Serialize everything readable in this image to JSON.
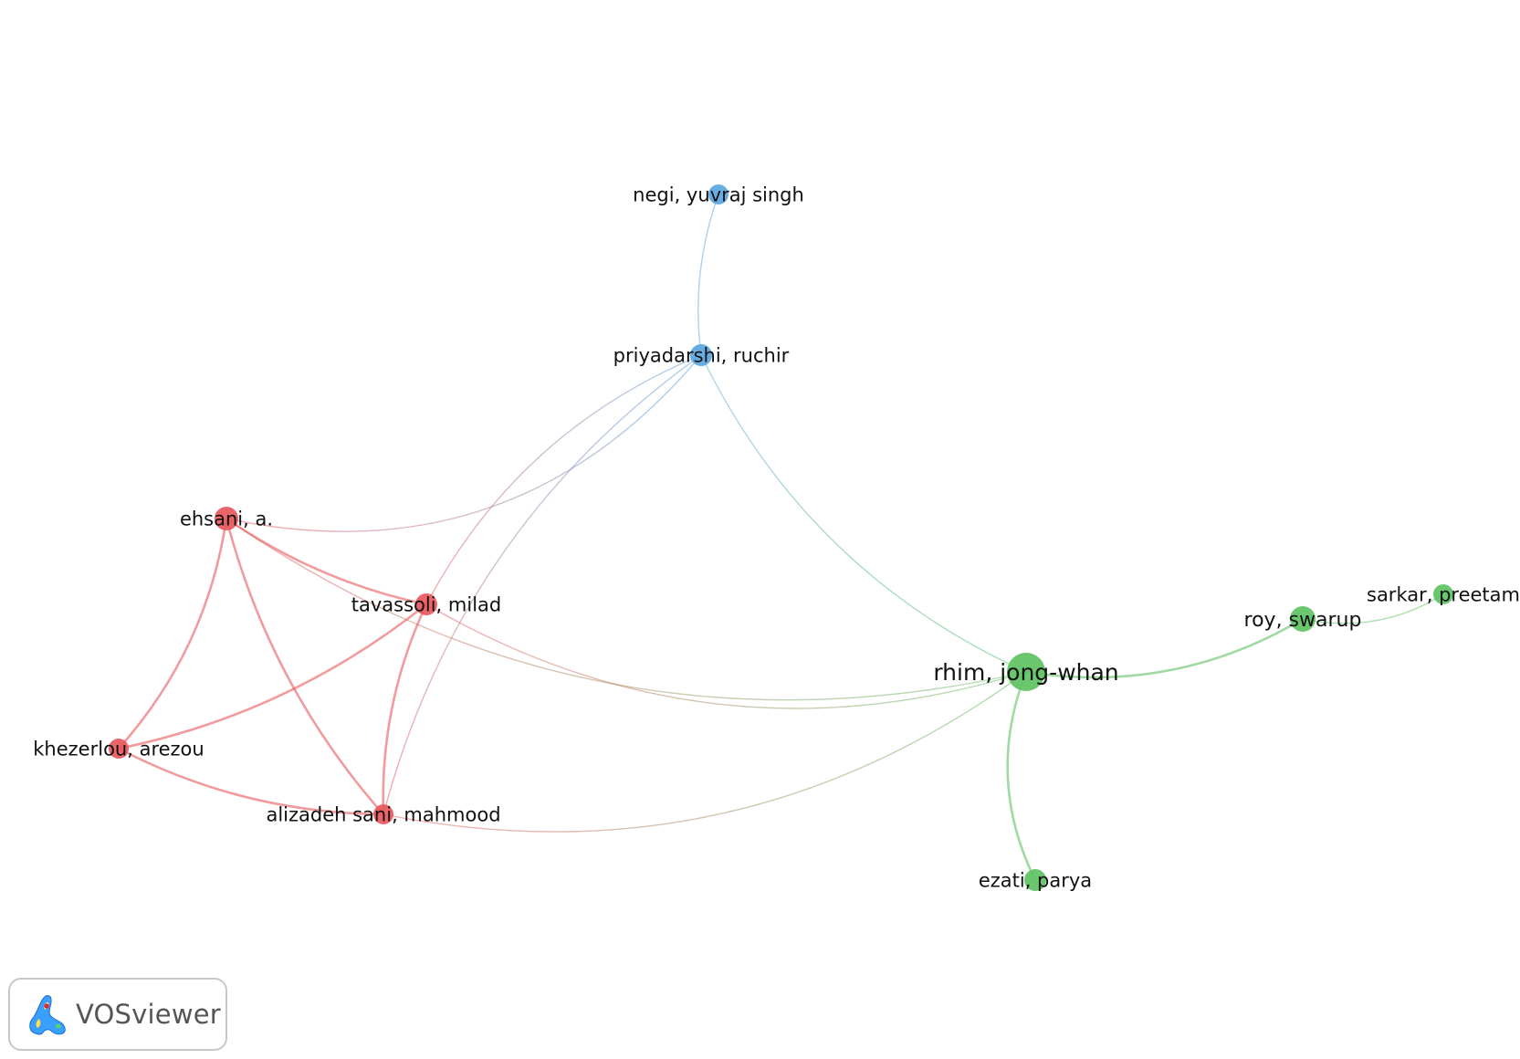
{
  "colors": {
    "cluster_1": "#e8585c",
    "cluster_2": "#5ec262",
    "cluster_3": "#5ba6e0"
  },
  "nodes": [
    {
      "id": "negi",
      "label": "negi, yuvraj singh",
      "cluster": 3,
      "weight": 1
    },
    {
      "id": "priyadarshi",
      "label": "priyadarshi, ruchir",
      "cluster": 3,
      "weight": 2
    },
    {
      "id": "ehsani",
      "label": "ehsani, a.",
      "cluster": 1,
      "weight": 2
    },
    {
      "id": "tavassoli",
      "label": "tavassoli, milad",
      "cluster": 1,
      "weight": 2
    },
    {
      "id": "khezerlou",
      "label": "khezerlou, arezou",
      "cluster": 1,
      "weight": 2
    },
    {
      "id": "alizadeh",
      "label": "alizadeh sani, mahmood",
      "cluster": 1,
      "weight": 2
    },
    {
      "id": "rhim",
      "label": "rhim, jong-whan",
      "cluster": 2,
      "weight": 4
    },
    {
      "id": "roy",
      "label": "roy, swarup",
      "cluster": 2,
      "weight": 2
    },
    {
      "id": "sarkar",
      "label": "sarkar, preetam",
      "cluster": 2,
      "weight": 1
    },
    {
      "id": "ezati",
      "label": "ezati, parya",
      "cluster": 2,
      "weight": 1
    }
  ],
  "links": [
    {
      "source": "negi",
      "target": "priyadarshi",
      "strength": 1
    },
    {
      "source": "priyadarshi",
      "target": "rhim",
      "strength": 1
    },
    {
      "source": "priyadarshi",
      "target": "ehsani",
      "strength": 1
    },
    {
      "source": "priyadarshi",
      "target": "tavassoli",
      "strength": 1
    },
    {
      "source": "priyadarshi",
      "target": "alizadeh",
      "strength": 1
    },
    {
      "source": "ehsani",
      "target": "rhim",
      "strength": 1
    },
    {
      "source": "ehsani",
      "target": "tavassoli",
      "strength": 2
    },
    {
      "source": "ehsani",
      "target": "khezerlou",
      "strength": 2
    },
    {
      "source": "ehsani",
      "target": "alizadeh",
      "strength": 2
    },
    {
      "source": "tavassoli",
      "target": "khezerlou",
      "strength": 2
    },
    {
      "source": "tavassoli",
      "target": "alizadeh",
      "strength": 2
    },
    {
      "source": "tavassoli",
      "target": "rhim",
      "strength": 1
    },
    {
      "source": "khezerlou",
      "target": "alizadeh",
      "strength": 2
    },
    {
      "source": "alizadeh",
      "target": "rhim",
      "strength": 1
    },
    {
      "source": "rhim",
      "target": "roy",
      "strength": 2
    },
    {
      "source": "rhim",
      "target": "ezati",
      "strength": 2
    },
    {
      "source": "roy",
      "target": "sarkar",
      "strength": 1
    }
  ],
  "brand": {
    "name": "VOSviewer",
    "logo_icon": "vosviewer-logo-icon"
  }
}
